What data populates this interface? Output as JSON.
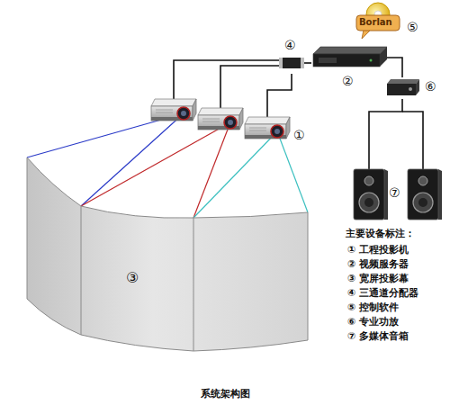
{
  "diagram": {
    "caption": "系统架构图",
    "nodes": [
      {
        "text": [
          "Borlan",
          "⑤"
        ]
      },
      {
        "text": [
          "④"
        ]
      },
      {
        "text": [
          "②"
        ]
      },
      {
        "text": [
          "⑥"
        ]
      },
      {
        "text": [
          "①"
        ]
      },
      {
        "text": [
          "⑦"
        ]
      },
      {
        "text": [
          "③"
        ]
      }
    ],
    "edges": [
      {
        "from": 1,
        "to": 4,
        "arrow": "none"
      },
      {
        "from": 1,
        "to": 2,
        "arrow": "none"
      },
      {
        "from": 2,
        "to": 3,
        "arrow": "none"
      },
      {
        "from": 3,
        "to": 5,
        "arrow": "none"
      },
      {
        "from": 4,
        "to": 6,
        "arrow": "none"
      }
    ],
    "labels": [
      "主要设备标注：",
      "① 工程投影机",
      "② 视频服务器",
      "③ 宽屏投影幕",
      "④ 三通道分配器",
      "⑤ 控制软件",
      "⑥ 专业功放",
      "⑦ 多媒体音箱"
    ]
  }
}
